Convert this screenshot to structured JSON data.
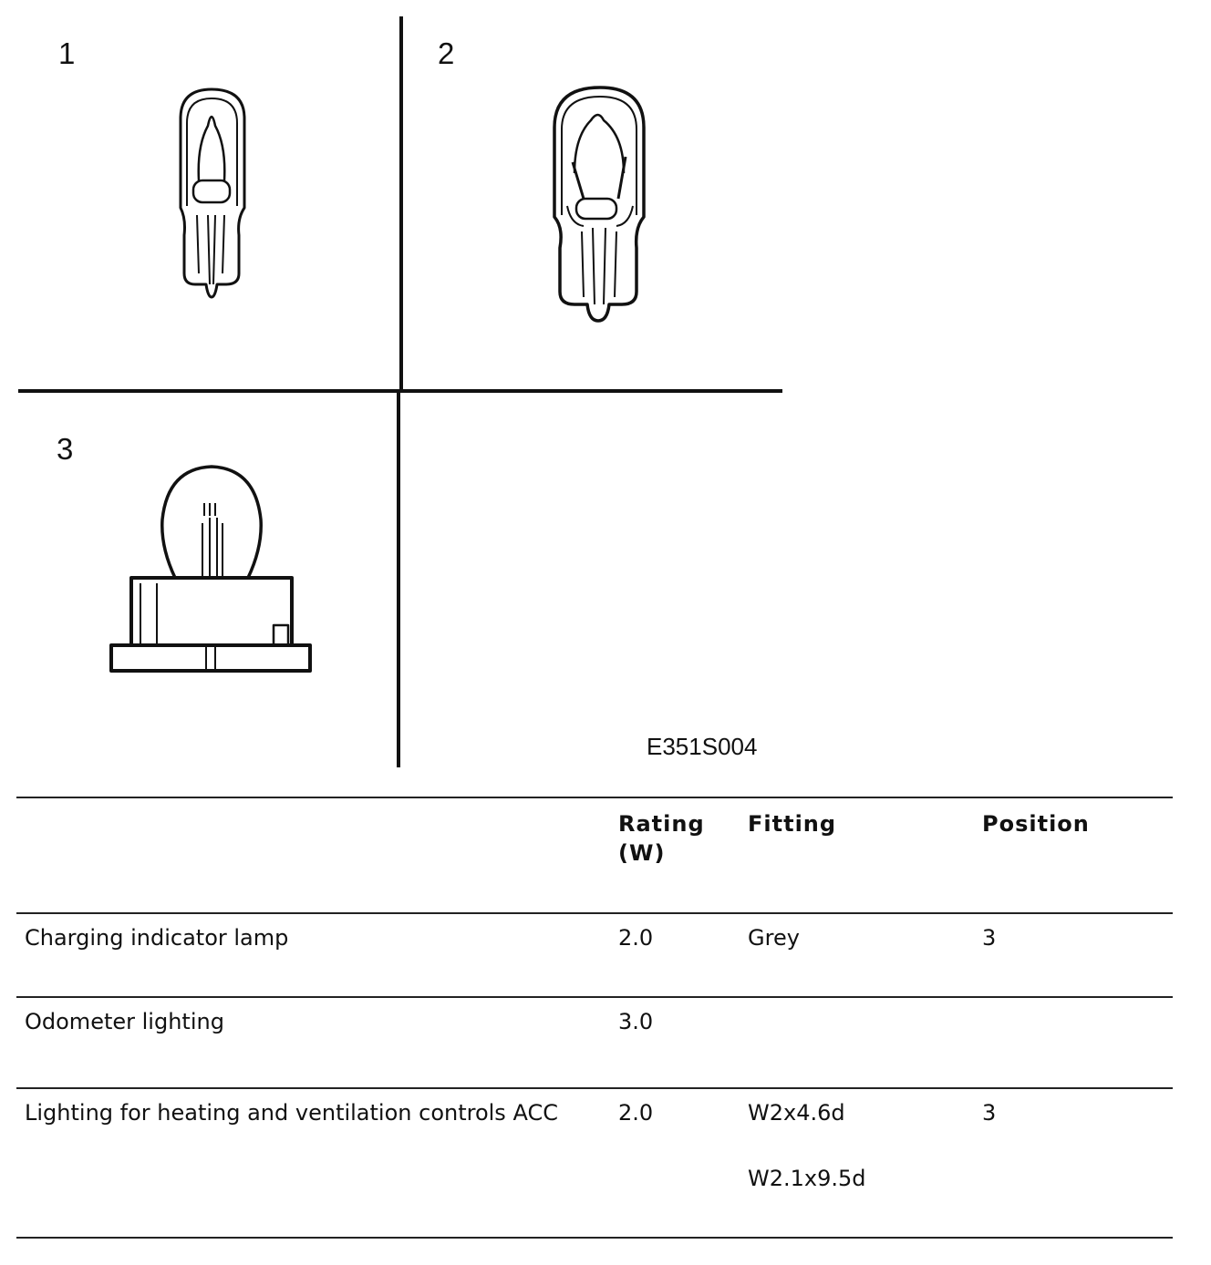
{
  "diagram": {
    "panels": [
      {
        "number": "1",
        "icon": "wedge-bulb-small-icon"
      },
      {
        "number": "2",
        "icon": "wedge-bulb-large-icon"
      },
      {
        "number": "3",
        "icon": "bulb-with-holder-icon"
      }
    ],
    "reference_code": "E351S004"
  },
  "table": {
    "headers": {
      "item": "",
      "rating": "Rating (W)",
      "fitting": "Fitting",
      "position": "Position"
    },
    "rows": [
      {
        "item": "Charging indicator lamp",
        "rating": "2.0",
        "fitting": "Grey",
        "fitting_2": "",
        "position": "3"
      },
      {
        "item": "Odometer lighting",
        "rating": "3.0",
        "fitting": "",
        "fitting_2": "",
        "position": ""
      },
      {
        "item": "Lighting for heating and ventilation controls ACC",
        "rating": "2.0",
        "fitting": "W2x4.6d",
        "fitting_2": "W2.1x9.5d",
        "position": "3"
      }
    ]
  }
}
